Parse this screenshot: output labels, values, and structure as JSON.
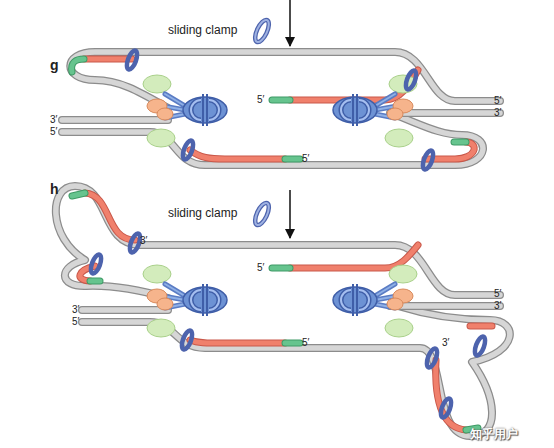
{
  "diagram": {
    "labels": [
      "sliding clamp",
      "g",
      "5′",
      "5′",
      "3′",
      "3′",
      "5′",
      "5′",
      "h",
      "sliding clamp",
      "3′",
      "5′",
      "5′",
      "3′",
      "3′",
      "5′",
      "5′",
      "3′",
      "知乎用户"
    ]
  }
}
